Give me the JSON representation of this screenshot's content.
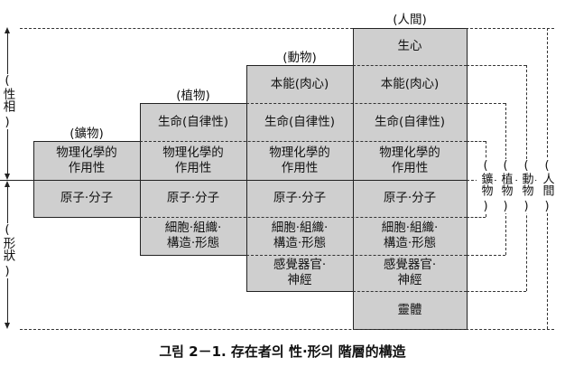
{
  "columns": [
    {
      "key": "mineral",
      "header": "(鑛物)",
      "right_label": "鑛物"
    },
    {
      "key": "plant",
      "header": "(植物)",
      "right_label": "植物"
    },
    {
      "key": "animal",
      "header": "(動物)",
      "right_label": "動物"
    },
    {
      "key": "human",
      "header": "(人間)",
      "right_label": "人間"
    }
  ],
  "left_labels": {
    "top": "性相",
    "bottom": "形狀"
  },
  "cells": {
    "mineral_physchem": "物理化學的\n作用性",
    "mineral_atom": "原子·分子",
    "plant_life": "生命(自律性)",
    "plant_physchem": "物理化學的\n作用性",
    "plant_atom": "原子·分子",
    "plant_cell": "細胞·組織·\n構造·形態",
    "animal_instinct": "本能(肉心)",
    "animal_life": "生命(自律性)",
    "animal_physchem": "物理化學的\n作用性",
    "animal_atom": "原子·分子",
    "animal_cell": "細胞·組織·\n構造·形態",
    "animal_sense": "感覺器官·\n神經",
    "human_mind": "生心",
    "human_instinct": "本能(肉心)",
    "human_life": "生命(自律性)",
    "human_physchem": "物理化學的\n作用性",
    "human_atom": "原子·分子",
    "human_cell": "細胞·組織·\n構造·形態",
    "human_sense": "感覺器官·\n神經",
    "human_spirit": "靈體"
  },
  "caption": "그림 2－1. 存在者의 性·形의 階層的構造"
}
